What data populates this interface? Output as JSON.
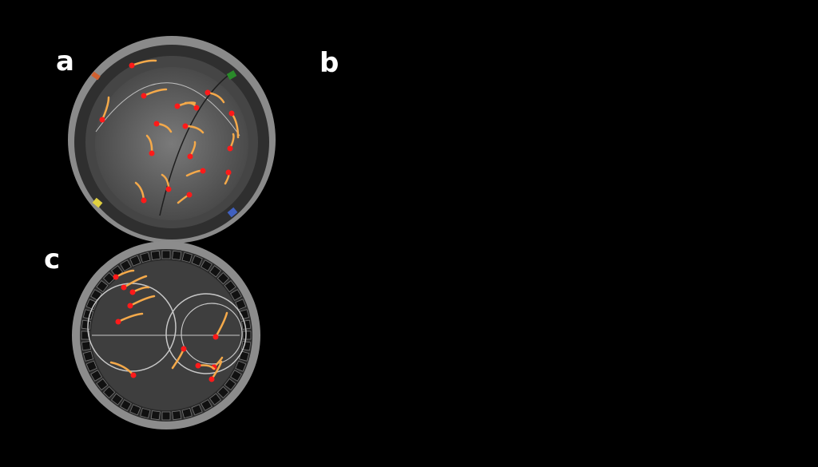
{
  "panels": {
    "a": {
      "label": "a"
    },
    "b": {
      "label": "b"
    },
    "c": {
      "label": "c"
    }
  },
  "colors": {
    "background": "#000000",
    "track": "#f4a94a",
    "head": "#ff1a1a",
    "floor": "#6e6e6e",
    "wall": "#3a3a3a"
  }
}
